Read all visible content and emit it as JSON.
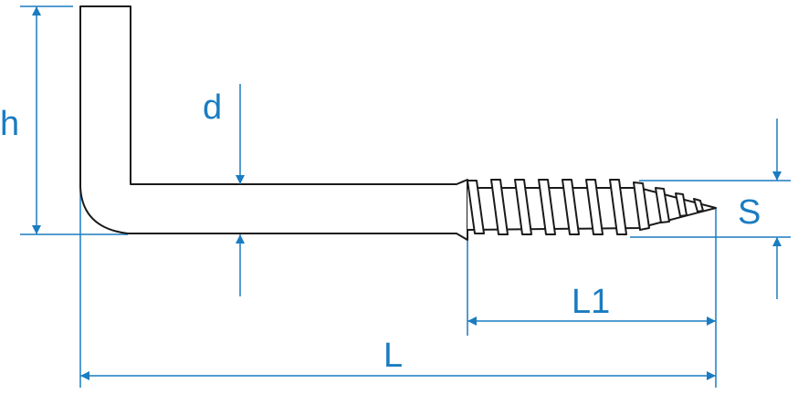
{
  "colors": {
    "dimension": "#1a7cc1",
    "outline": "#1a1a1a",
    "background": "#ffffff"
  },
  "labels": {
    "h": "h",
    "d": "d",
    "s": "S",
    "l1": "L1",
    "l": "L"
  }
}
